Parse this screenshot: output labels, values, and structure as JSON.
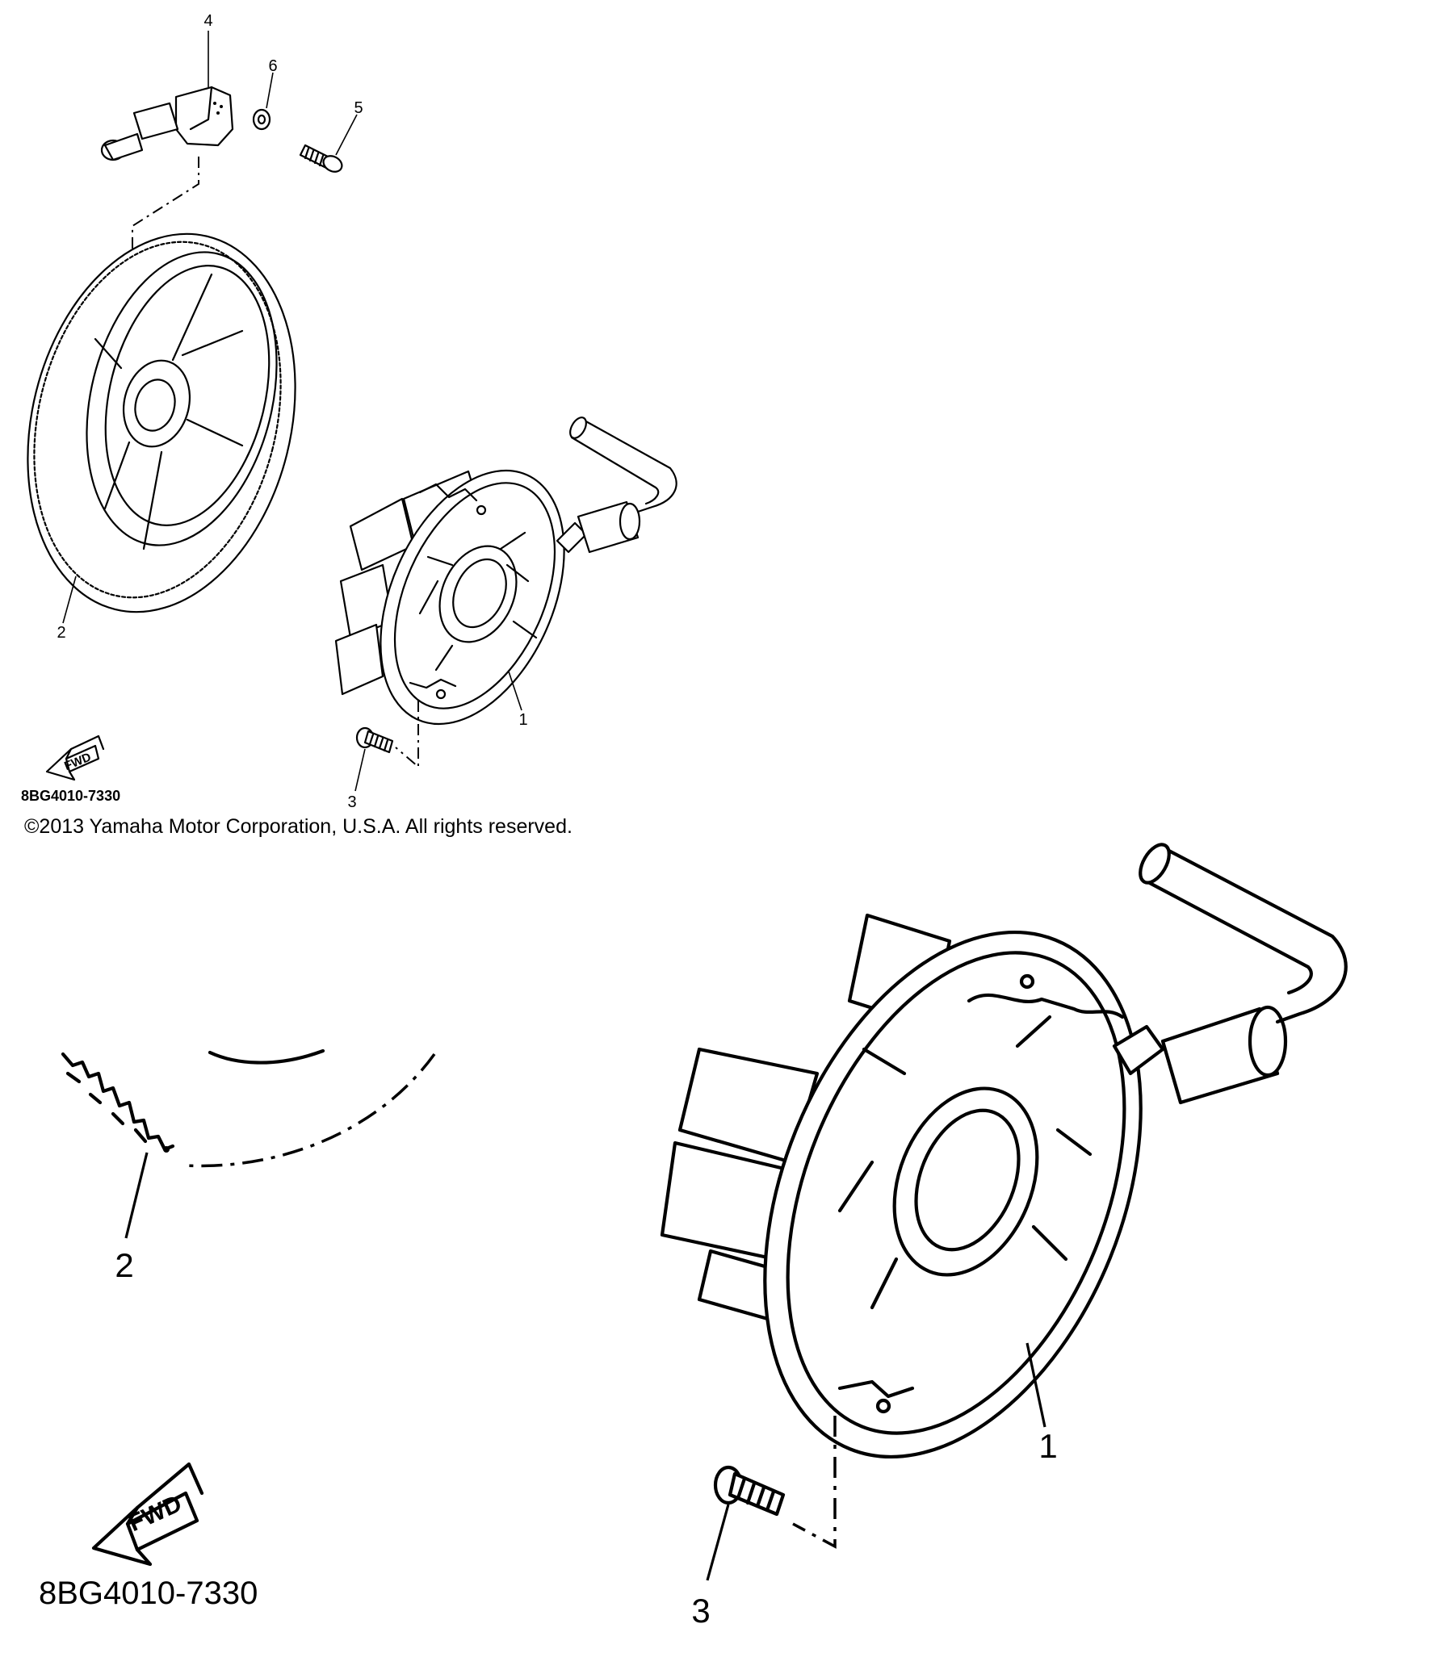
{
  "callouts": {
    "c1": "1",
    "c2": "2",
    "c3": "3",
    "c4": "4",
    "c5": "5",
    "c6": "6",
    "z1": "1",
    "z2": "2",
    "z3": "3"
  },
  "fwd_label": "FWD",
  "diagram_code": "8BG4010-7330",
  "copyright": "©2013 Yamaha Motor Corporation, U.S.A. All rights reserved.",
  "zoom_fwd_label": "FWD",
  "zoom_diagram_code": "8BG4010-7330"
}
